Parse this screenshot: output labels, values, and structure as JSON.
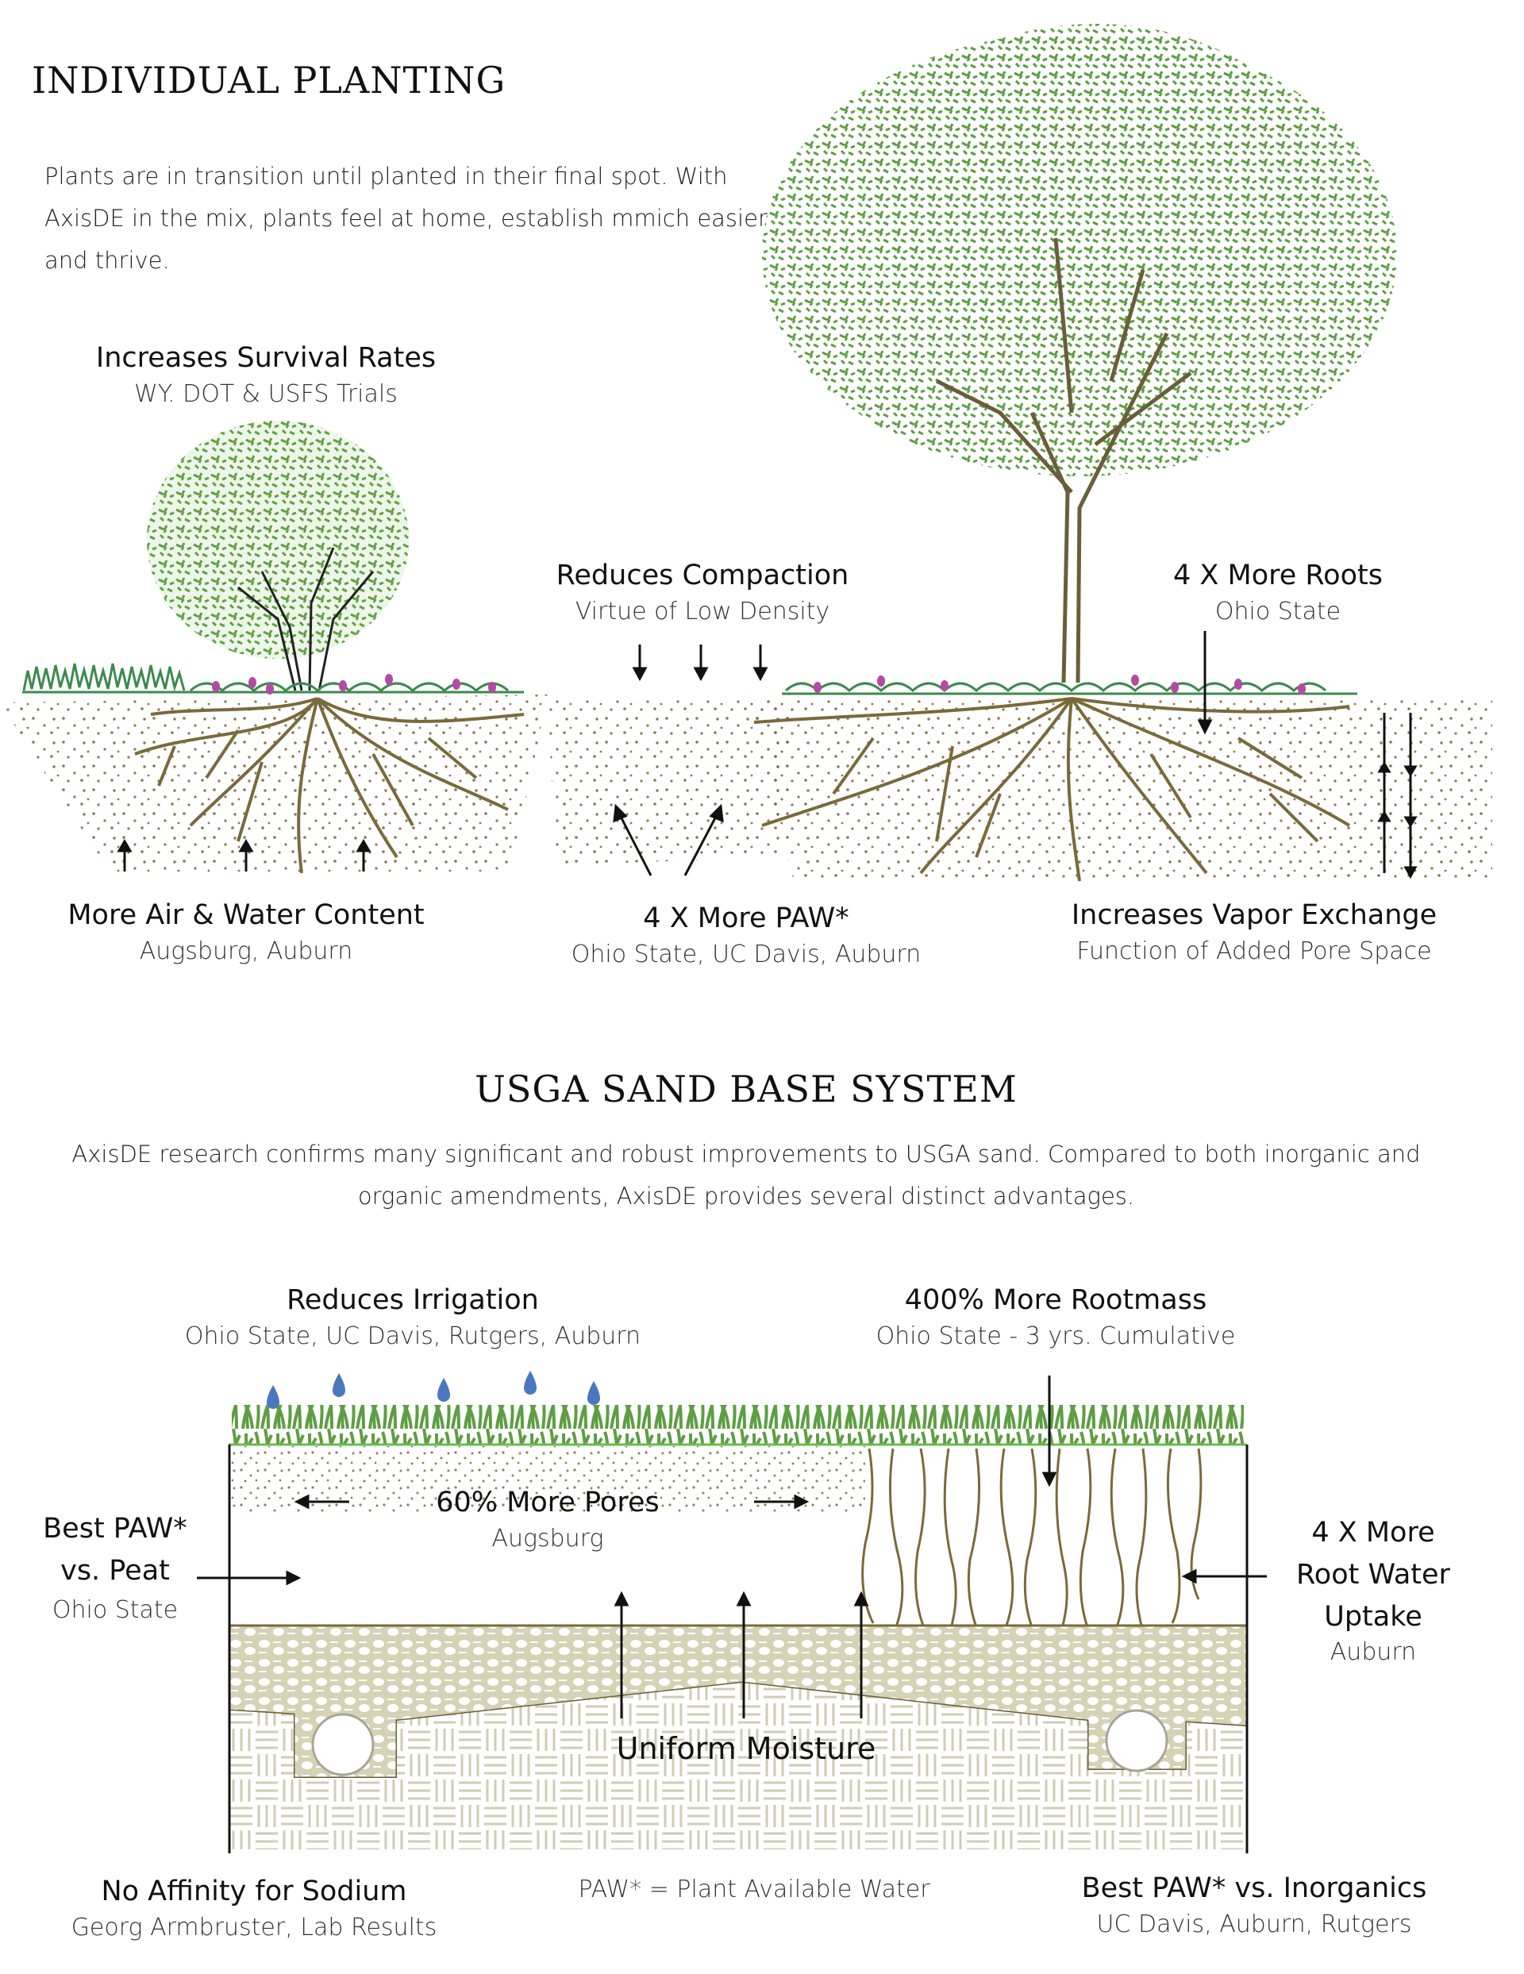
{
  "colors": {
    "foliage": "#5e9e43",
    "foliage_light": "#6cba4c",
    "root": "#7a6a3a",
    "soil_dot": "#7a6a3a",
    "ground_green": "#3e8a4e",
    "flower": "#b44aa6",
    "water_drop": "#4a78c0",
    "gravel": "#d6d2b6",
    "pattern": "#d0ccb4",
    "text": "#111111"
  },
  "individual_planting": {
    "title": "INDIVIDUAL PLANTING",
    "intro": [
      "Plants are in transition until planted in their final spot. With",
      "AxisDE in the mix, plants feel at home, establish mmich easier",
      "and thrive."
    ],
    "callouts": [
      {
        "title": "Increases Survival Rates",
        "source": "WY. DOT & USFS Trials"
      },
      {
        "title": "Reduces Compaction",
        "source": "Virtue of Low Density"
      },
      {
        "title": "4 X More Roots",
        "source": "Ohio State"
      },
      {
        "title": "More Air & Water Content",
        "source": "Augsburg, Auburn"
      },
      {
        "title": "4 X More PAW*",
        "source": "Ohio State, UC Davis, Auburn"
      },
      {
        "title": "Increases Vapor Exchange",
        "source": "Function of Added Pore Space"
      }
    ],
    "illustration_icons": [
      "shrub-icon",
      "tree-icon",
      "roots-icon",
      "soil-icon",
      "arrow-icon"
    ]
  },
  "usga_sand_base": {
    "title": "USGA SAND BASE SYSTEM",
    "intro": [
      "AxisDE research confirms many significant and robust improvements to USGA sand. Compared to both inorganic and",
      "organic amendments, AxisDE provides several distinct advantages."
    ],
    "callouts": [
      {
        "title": "Reduces Irrigation",
        "source": "Ohio State, UC Davis, Rutgers, Auburn"
      },
      {
        "title": "400% More Rootmass",
        "source": "Ohio State - 3 yrs. Cumulative"
      },
      {
        "title": "60% More Pores",
        "source": "Augsburg"
      },
      {
        "title_lines": [
          "Best PAW*",
          "vs. Peat"
        ],
        "source": "Ohio State"
      },
      {
        "title_lines": [
          "4 X More",
          "Root Water",
          "Uptake"
        ],
        "source": "Auburn"
      },
      {
        "title": "Uniform Moisture"
      },
      {
        "title": "No Affinity for Sodium",
        "source": "Georg Armbruster, Lab Results"
      },
      {
        "title": "Best PAW* vs. Inorganics",
        "source": "UC Davis, Auburn, Rutgers"
      }
    ],
    "footnote": "PAW* = Plant Available Water",
    "illustration_icons": [
      "grass-icon",
      "water-drop-icon",
      "drain-pipe-icon",
      "gravel-layer-icon",
      "subsoil-pattern-icon"
    ]
  }
}
